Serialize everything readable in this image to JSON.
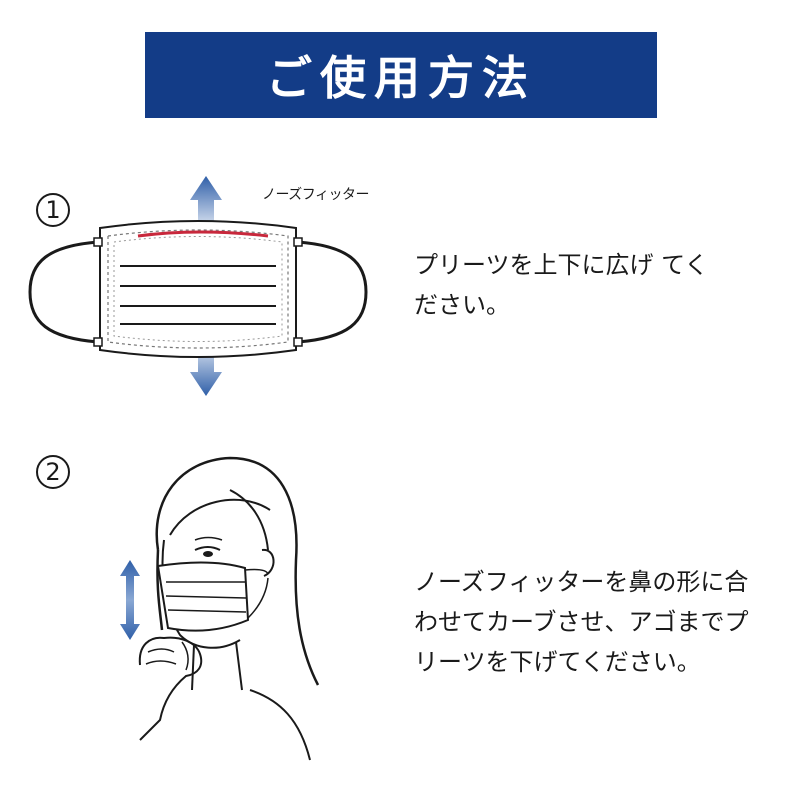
{
  "title": "ご使用方法",
  "steps": [
    {
      "number": "1",
      "label": "ノーズフィッター",
      "text": "プリーツを上下に広げ てく\nださい。"
    },
    {
      "number": "2",
      "text": "ノーズフィッターを鼻の形に合\nわせてカーブさせ、アゴまでプ\nリーツを下げてください。"
    }
  ],
  "colors": {
    "banner": "#133c87",
    "arrow": "#4a7ab8",
    "nose_fitter": "#c8283c",
    "line": "#1a1a1a"
  },
  "icons": [
    "arrow-up-icon",
    "arrow-down-icon",
    "mask-illustration",
    "woman-wearing-mask-illustration",
    "up-down-arrow-icon"
  ]
}
